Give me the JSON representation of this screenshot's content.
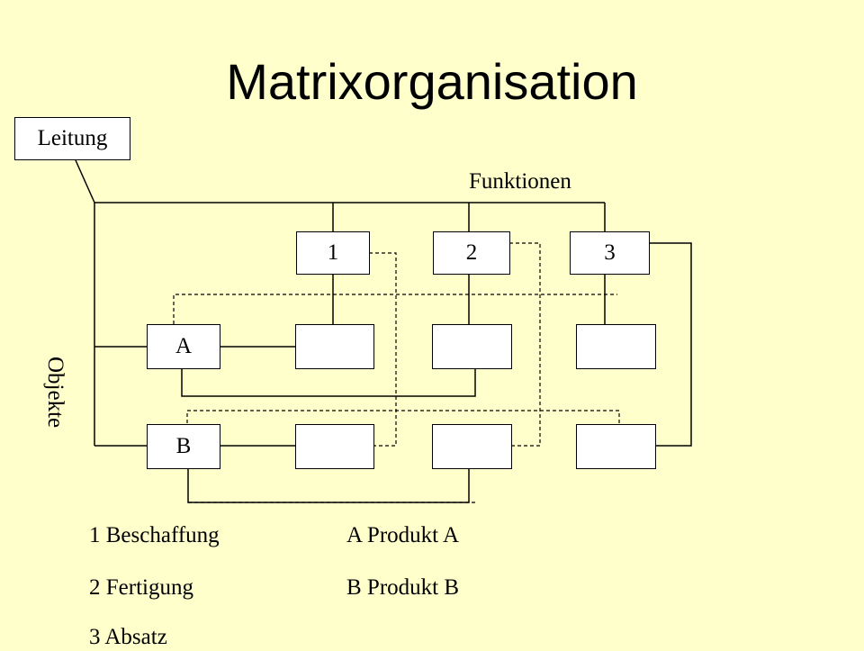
{
  "title": "Matrixorganisation",
  "nodes": {
    "leitung": "Leitung",
    "func1": "1",
    "func2": "2",
    "func3": "3",
    "objA": "A",
    "objB": "B"
  },
  "labels": {
    "funktionen": "Funktionen",
    "objekte": "Objekte"
  },
  "legend": {
    "functions": [
      "1 Beschaffung",
      "2 Fertigung",
      "3 Absatz"
    ],
    "objects": [
      "A Produkt A",
      "B Produkt B"
    ]
  },
  "colors": {
    "background": "#FFFFCC",
    "line": "#000000",
    "box_fill": "#FFFFFF"
  }
}
